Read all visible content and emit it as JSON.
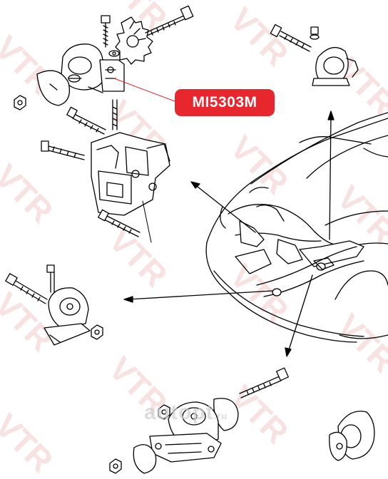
{
  "part_label": {
    "text": "MI5303M",
    "color": "#e8262d"
  },
  "watermark": {
    "text": "VTR",
    "color": "#f2c9c9"
  },
  "shop_mark": {
    "text": "autopt",
    "suffix": ".ru"
  },
  "line_color": "#000000"
}
